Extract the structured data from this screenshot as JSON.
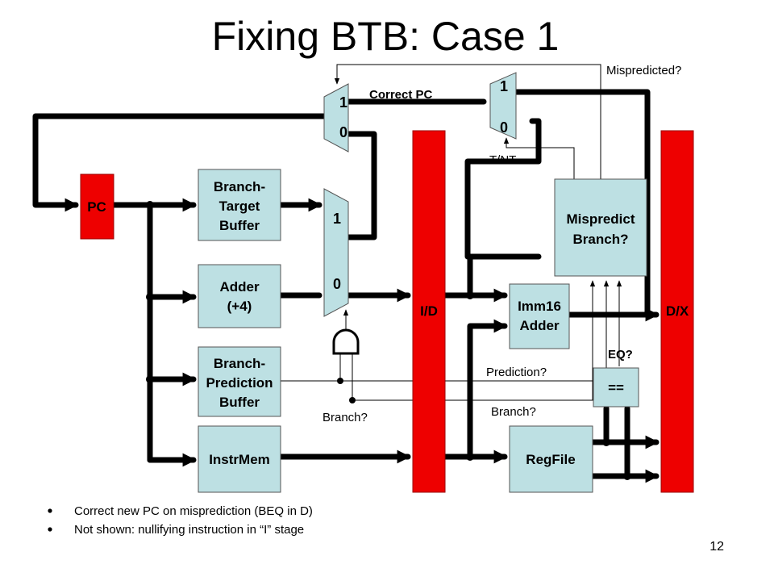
{
  "title": "Fixing BTB: Case 1",
  "blocks": {
    "pc": "PC",
    "btb": [
      "Branch-",
      "Target",
      "Buffer"
    ],
    "adder": [
      "Adder",
      "(+4)"
    ],
    "bpb": [
      "Branch-",
      "Prediction",
      "Buffer"
    ],
    "instrmem": "InstrMem",
    "id_reg": "I/D",
    "dx_reg": "D/X",
    "imm16": [
      "Imm16",
      "Adder"
    ],
    "regfile": "RegFile",
    "mispredict": [
      "Mispredict",
      "Branch?"
    ],
    "eq_unit": "=="
  },
  "muxes": {
    "left_top": [
      "1",
      "0"
    ],
    "middle": [
      "1",
      "0"
    ],
    "right_top": [
      "1",
      "0"
    ]
  },
  "labels": {
    "correct_pc": "Correct PC",
    "mispredicted": "Mispredicted?",
    "tnt": "T/NT",
    "eq": "EQ?",
    "prediction": "Prediction?",
    "branch_left": "Branch?",
    "branch_right": "Branch?"
  },
  "bullets": [
    "Correct new PC on misprediction (BEQ in D)",
    "Not shown: nullifying instruction in “I” stage"
  ],
  "page_number": "12"
}
